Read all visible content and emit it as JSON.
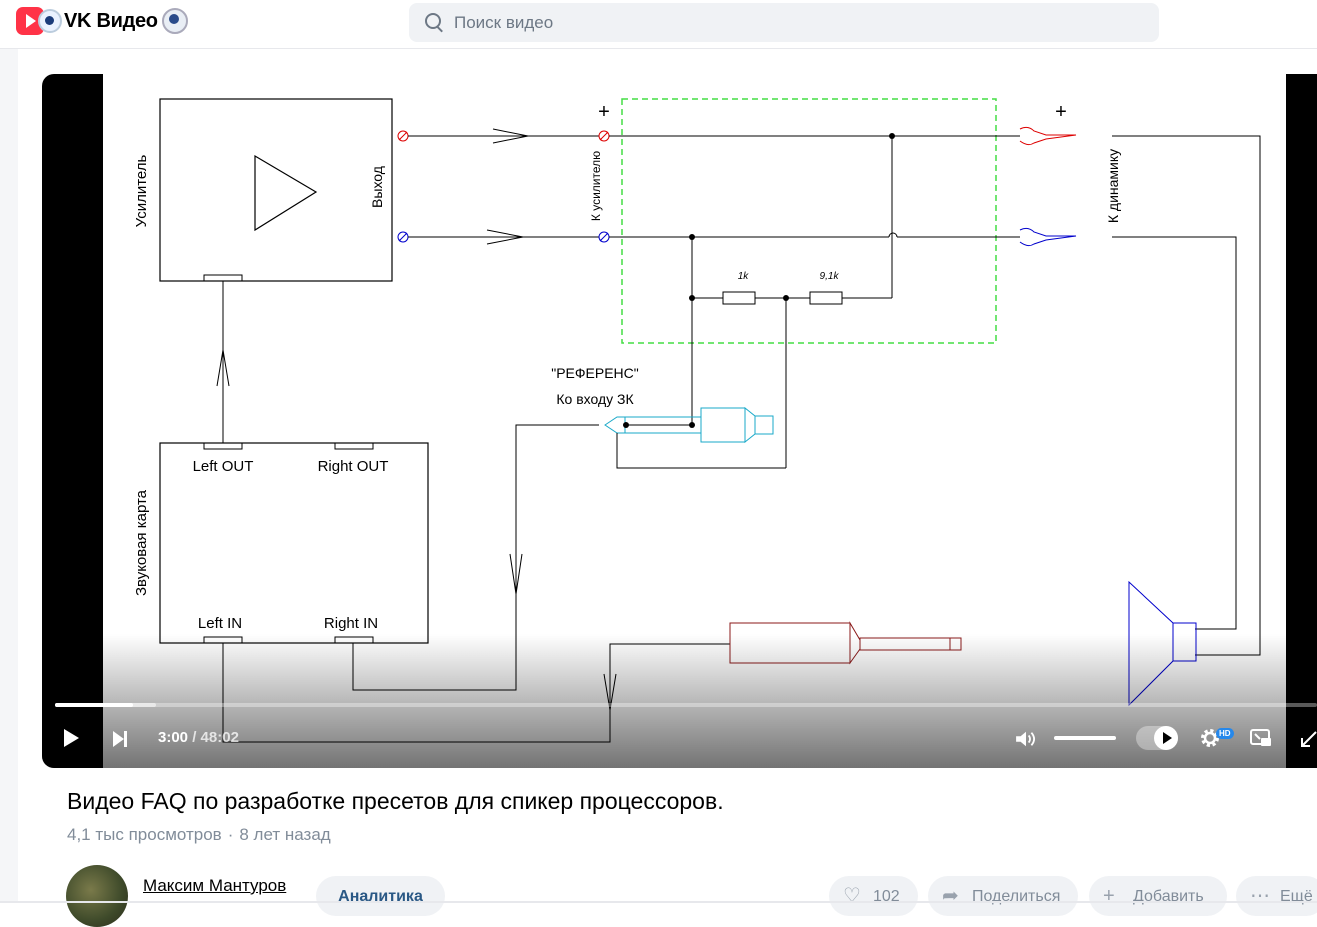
{
  "header": {
    "logo_text": "VK Видео",
    "search_placeholder": "Поиск видео"
  },
  "player": {
    "current_time": "3:00",
    "separator": " / ",
    "duration": "48:02",
    "progress_played": 0.062,
    "progress_buffered": 0.08,
    "quality_badge": "HD",
    "autoplay_on": true
  },
  "diagram": {
    "amp_label": "Усилитель",
    "amp_out_label": "Выход",
    "to_amp_label": "К усилителю",
    "to_speaker_label": "К динамику",
    "plus_left": "+",
    "plus_right": "+",
    "res1_label": "1k",
    "res2_label": "9,1k",
    "ref_label": "\"РЕФЕРЕНС\"",
    "ref_sub_label": "Ко входу ЗК",
    "sound_card_label": "Звуковая карта",
    "left_out": "Left OUT",
    "right_out": "Right OUT",
    "left_in": "Left IN",
    "right_in": "Right IN"
  },
  "video": {
    "title": "Видео FAQ по разработке пресетов для спикер процессоров.",
    "views": "4,1 тыс просмотров",
    "dot": "·",
    "age": "8 лет назад"
  },
  "channel": {
    "name": "Максим Мантуров"
  },
  "actions": {
    "analytics": "Аналитика",
    "likes": "102",
    "share": "Поделиться",
    "add": "Добавить",
    "more": "Ещё"
  }
}
